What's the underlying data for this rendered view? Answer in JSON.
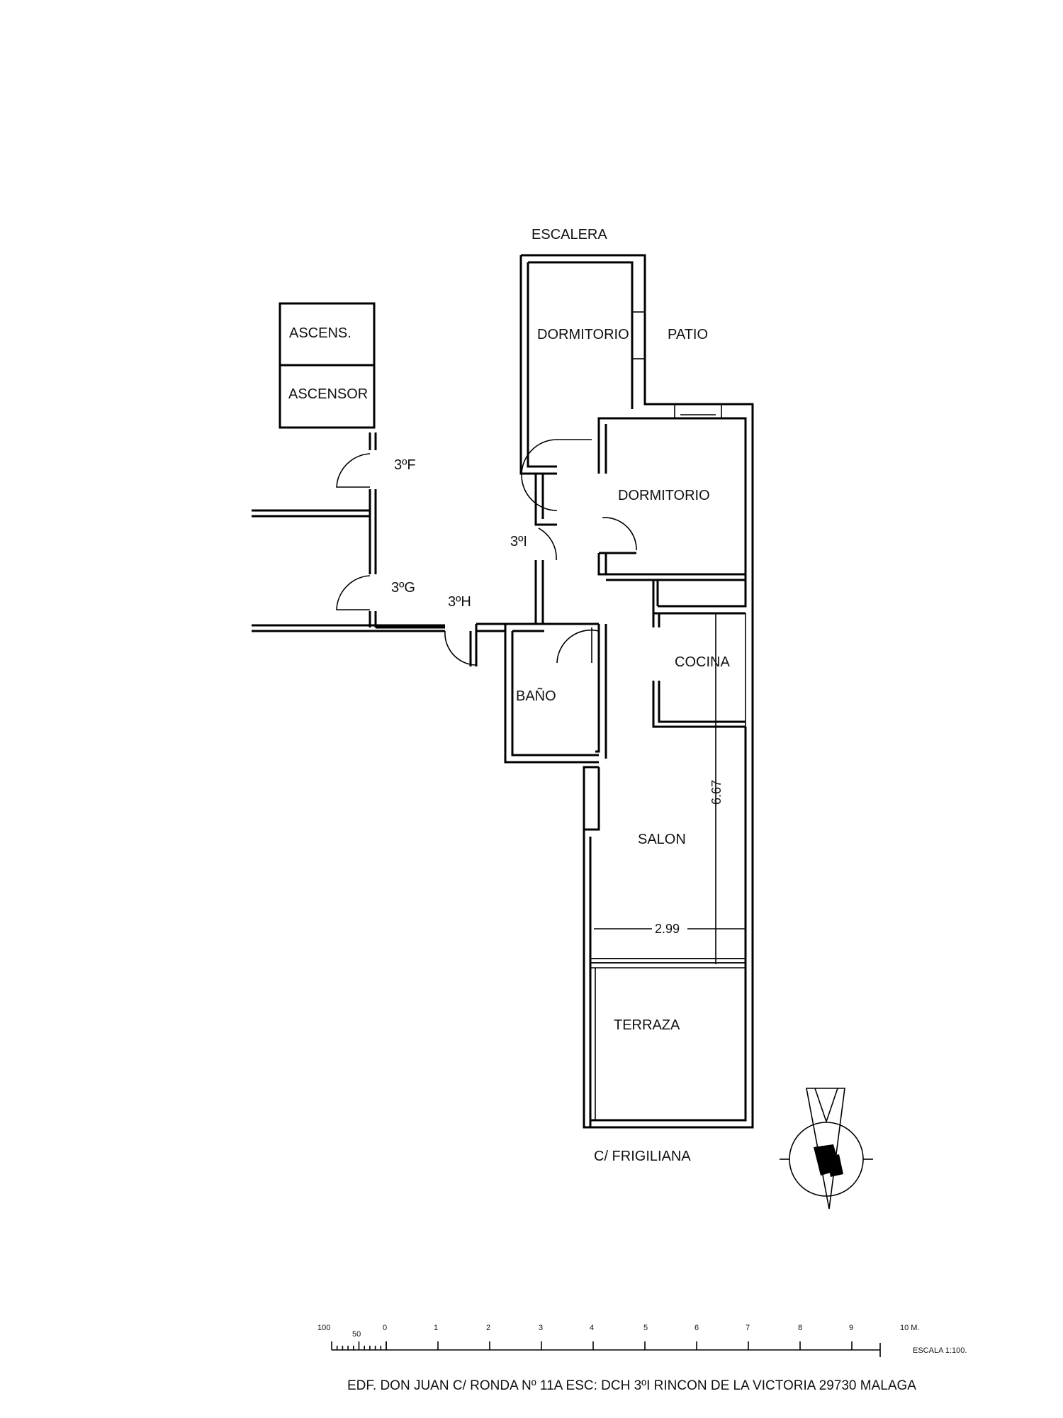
{
  "rooms": {
    "escalera": "ESCALERA",
    "dormitorio_1": "DORMITORIO",
    "patio": "PATIO",
    "ascens": "ASCENS.",
    "ascensor": "ASCENSOR",
    "dormitorio_2": "DORMITORIO",
    "unit_3f": "3ºF",
    "unit_3i": "3ºI",
    "unit_3g": "3ºG",
    "unit_3h": "3ºH",
    "cocina": "COCINA",
    "bano": "BAÑO",
    "salon": "SALON",
    "terraza": "TERRAZA",
    "street": "C/ FRIGILIANA"
  },
  "dimensions": {
    "length": "6.67",
    "width": "2.99"
  },
  "scale_bar": {
    "ticks": [
      "100",
      "50",
      "0",
      "1",
      "2",
      "3",
      "4",
      "5",
      "6",
      "7",
      "8",
      "9",
      "10 M."
    ],
    "scale_label": "ESCALA 1:100."
  },
  "footer": {
    "address": "EDF. DON JUAN C/ RONDA Nº 11A ESC: DCH 3ºI RINCON DE LA VICTORIA 29730 MALAGA"
  },
  "icons": {
    "compass": "north-arrow-compass-icon"
  }
}
